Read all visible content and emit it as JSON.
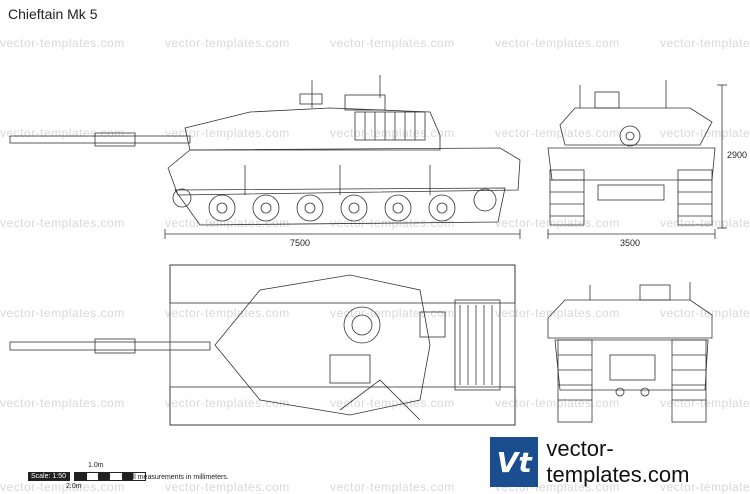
{
  "title": "Chieftain Mk 5",
  "watermark": "vector-templates.com",
  "dimensions": {
    "length": "7500",
    "width": "3500",
    "height": "2900"
  },
  "scale": {
    "label": "Scale: 1:50",
    "top": "1.0m",
    "bottom": "2.0m"
  },
  "note": "All measurements in millimeters.",
  "brand": {
    "logo": "Vt",
    "text": "vector-templates.com",
    "color": "#1b4e8f"
  }
}
